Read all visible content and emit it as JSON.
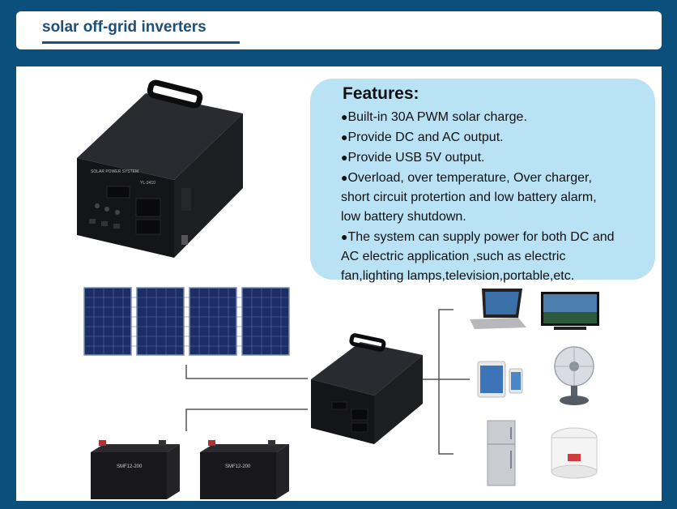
{
  "header": {
    "title": "solar off-grid inverters"
  },
  "features": {
    "title": "Features:",
    "bullet_glyph": "●",
    "lines": [
      {
        "bullet": true,
        "text": "Built-in 30A PWM solar charge."
      },
      {
        "bullet": true,
        "text": "Provide DC and AC output."
      },
      {
        "bullet": true,
        "text": "Provide USB 5V output."
      },
      {
        "bullet": true,
        "text": "Overload, over temperature, Over charger,"
      },
      {
        "bullet": false,
        "text": "short circuit  protertion and low battery alarm,"
      },
      {
        "bullet": false,
        "text": "low battery shutdown."
      },
      {
        "bullet": true,
        "text": "The system can supply power for both DC and"
      },
      {
        "bullet": false,
        "text": "AC electric application ,such as electric"
      },
      {
        "bullet": false,
        "text": "fan,lighting lamps,television,portable,etc."
      }
    ]
  },
  "product_labels": {
    "unit_top": "SOLAR POWER SYSTEM",
    "unit_model": "YL-2410",
    "battery_1": "SMF12-200",
    "battery_2": "SMF12-200"
  },
  "colors": {
    "frame": "#0b4f7c",
    "header_text": "#1e4f7a",
    "features_bg": "#b9e2f5",
    "solar_panel": "#1c2e66",
    "unit_body": "#121316"
  },
  "icons": [
    "inverter-unit-image",
    "solar-panel-image",
    "battery-image",
    "laptop-image",
    "television-image",
    "tablet-phone-image",
    "electric-fan-image",
    "refrigerator-image",
    "rice-cooker-image"
  ]
}
